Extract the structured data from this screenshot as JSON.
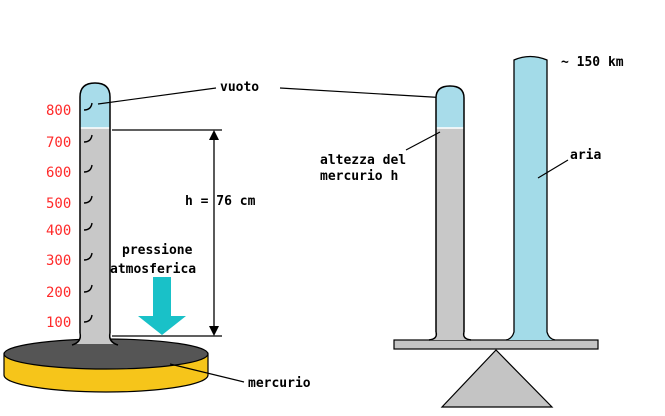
{
  "scale": {
    "ticks": [
      "800",
      "700",
      "600",
      "500",
      "400",
      "300",
      "200",
      "100"
    ],
    "color": "#ff2a2a"
  },
  "labels": {
    "vacuum": "vuoto",
    "height": "h = 76 cm",
    "pressure_line1": "pressione",
    "pressure_line2": "atmosferica",
    "mercury": "mercurio",
    "mercury_height_line1": "altezza del",
    "mercury_height_line2": "mercurio h",
    "air": "aria",
    "altitude": "~ 150 km"
  },
  "colors": {
    "vacuum": "#a8dcea",
    "mercury_column": "#c8c8c8",
    "dish_fill": "#f6c51a",
    "dish_top": "#555555",
    "arrow": "#19c1c8",
    "air_column": "#a3dbe8",
    "balance": "#c4c4c4"
  }
}
